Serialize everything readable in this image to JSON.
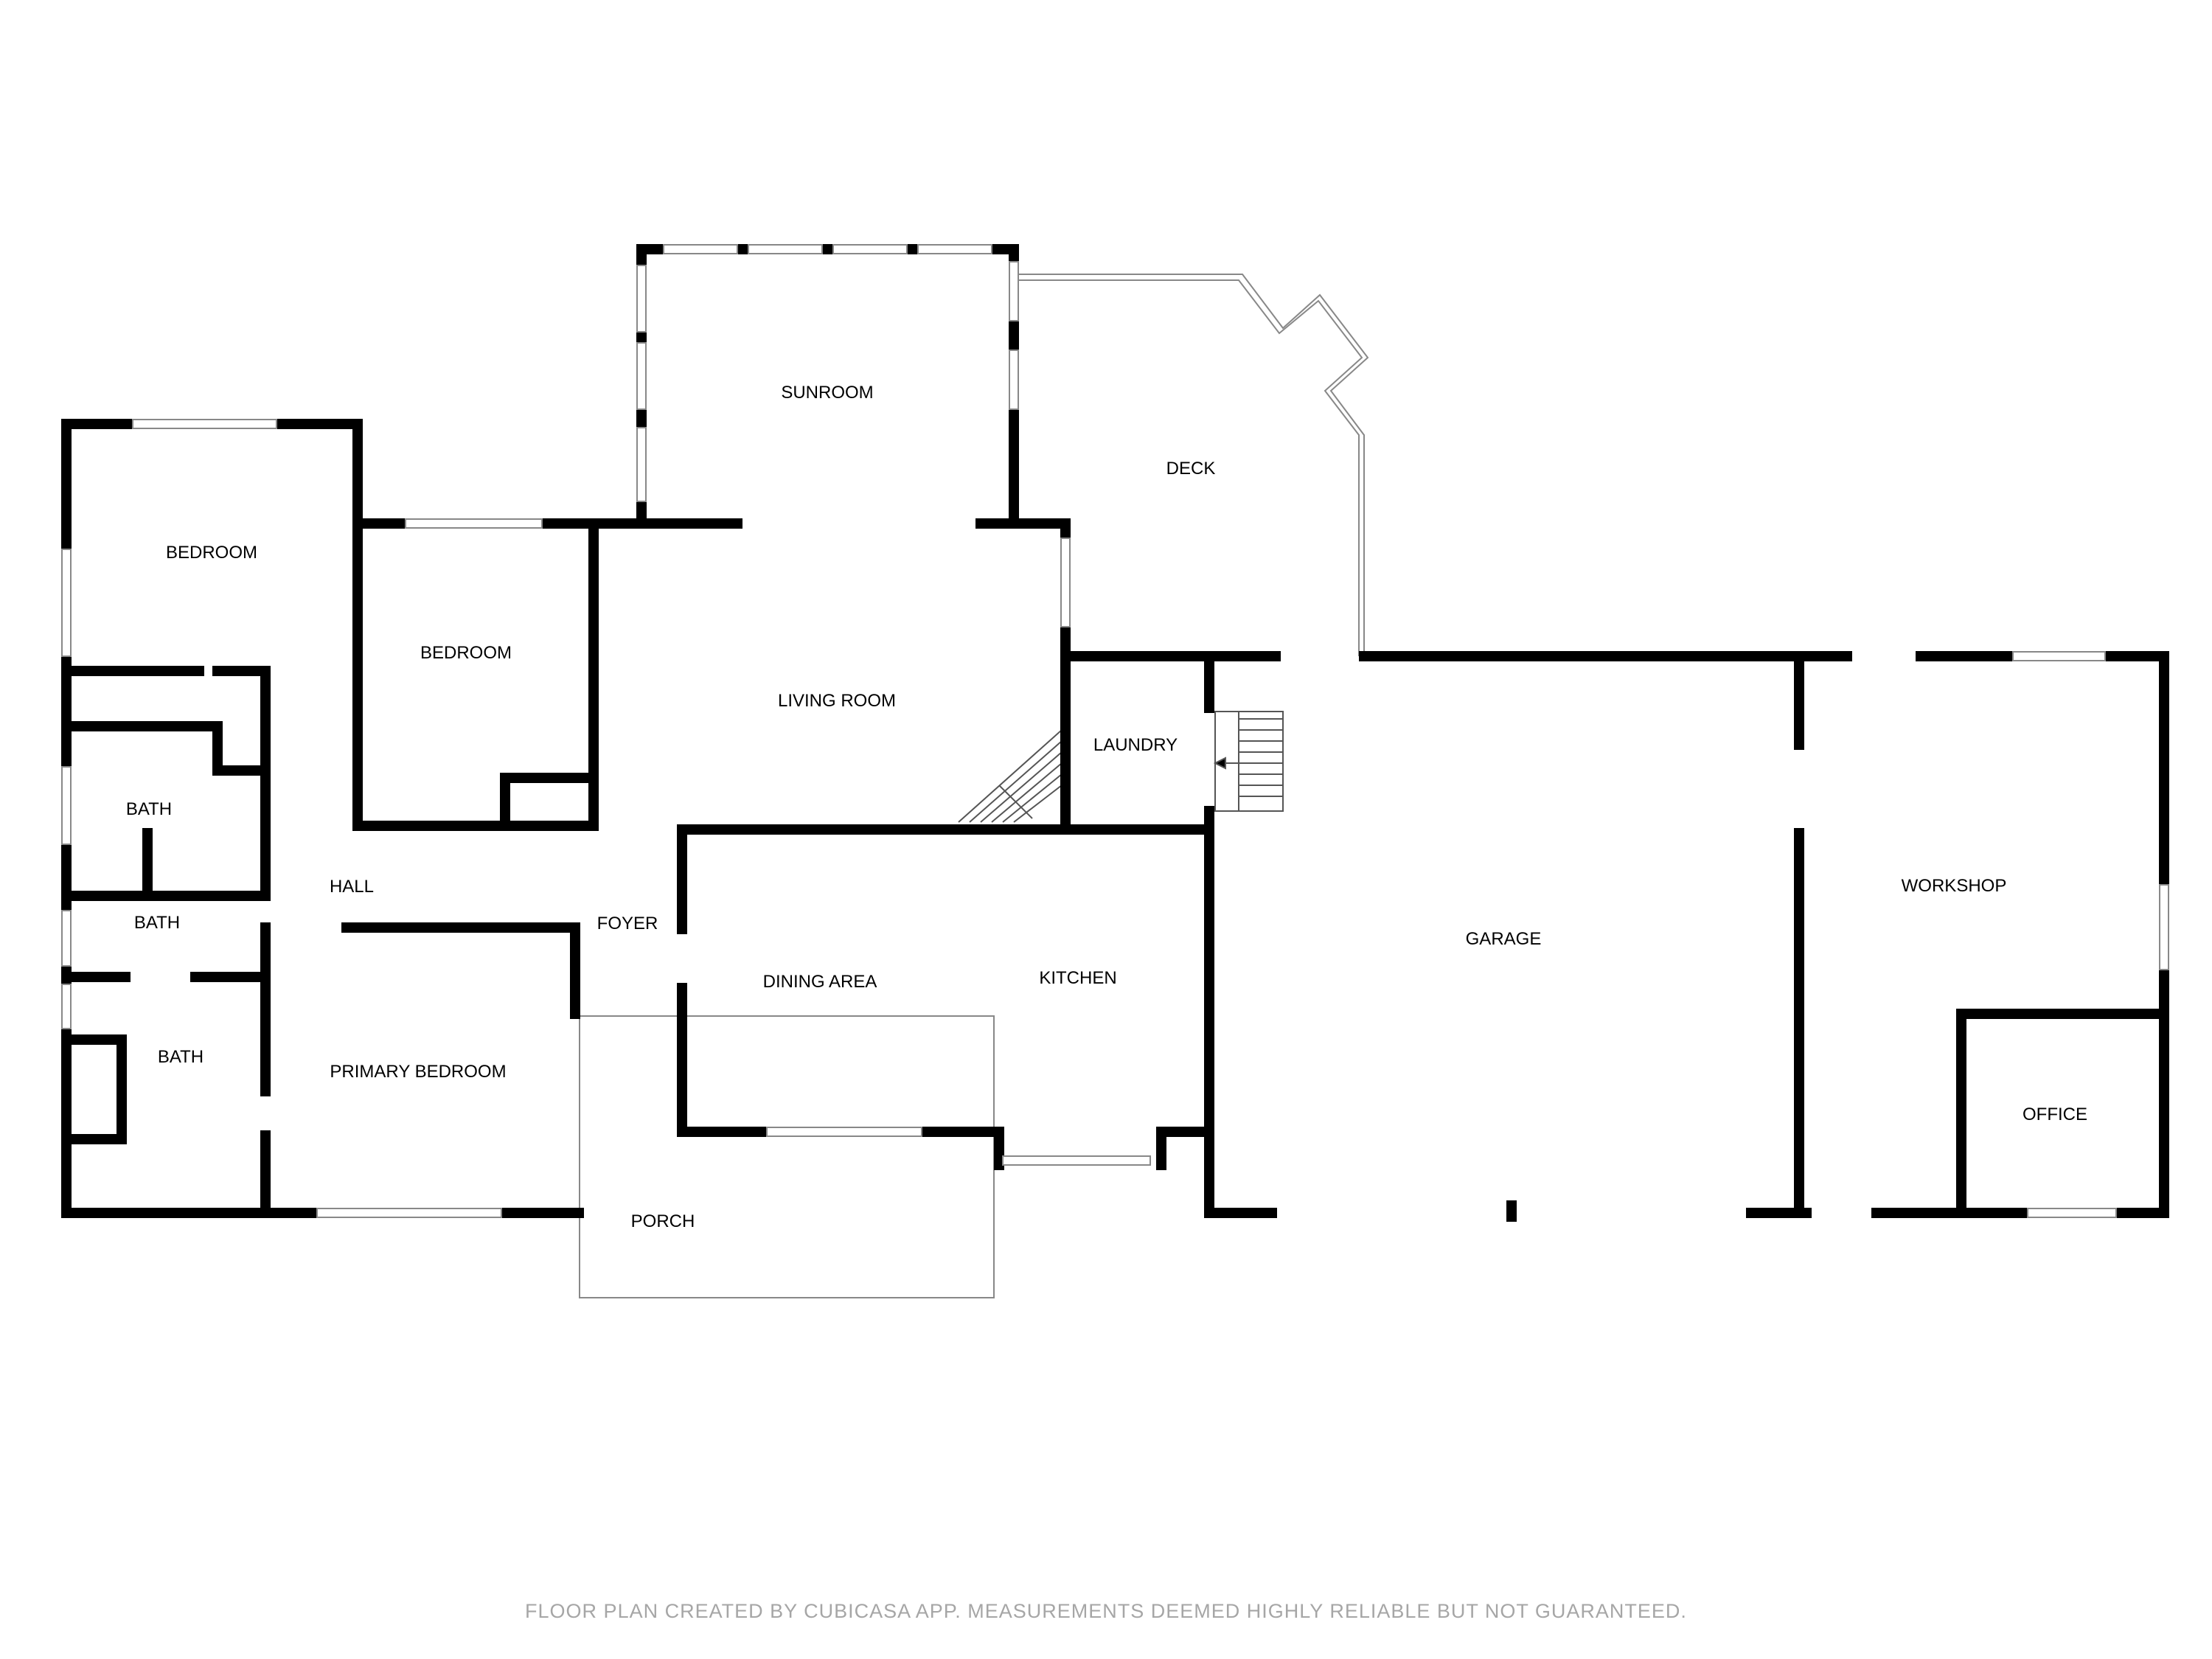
{
  "colors": {
    "wall": "#000000",
    "thin_line": "#888888",
    "window": "#ffffff",
    "footer_text": "#a6a6a6"
  },
  "rooms": {
    "sunroom": "SUNROOM",
    "deck": "DECK",
    "bedroom_1": "BEDROOM",
    "bedroom_2": "BEDROOM",
    "living_room": "LIVING ROOM",
    "laundry": "LAUNDRY",
    "bath_1": "BATH",
    "hall": "HALL",
    "bath_2": "BATH",
    "foyer": "FOYER",
    "dining_area": "DINING AREA",
    "kitchen": "KITCHEN",
    "garage": "GARAGE",
    "workshop": "WORKSHOP",
    "bath_3": "BATH",
    "primary_bedroom": "PRIMARY BEDROOM",
    "office": "OFFICE",
    "porch": "PORCH"
  },
  "footer": {
    "disclaimer": "FLOOR PLAN CREATED BY CUBICASA APP. MEASUREMENTS DEEMED HIGHLY RELIABLE BUT NOT GUARANTEED."
  }
}
